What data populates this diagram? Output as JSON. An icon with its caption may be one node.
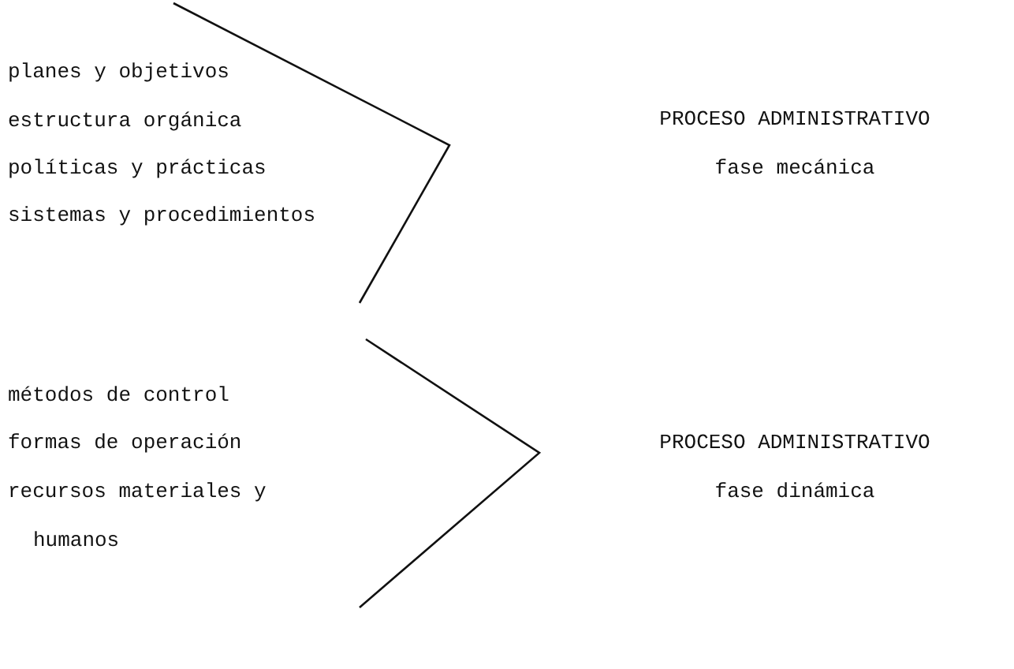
{
  "diagram": {
    "labels": [
      "planes y objetivos",
      "estructura orgánica",
      "políticas y prácticas",
      "sistemas y procedimientos",
      "PROCESO ADMINISTRATIVO",
      "fase mecánica",
      "métodos de control",
      "formas de operación",
      "recursos materiales y humanos",
      "PROCESO ADMINISTRATIVO",
      "fase dinámica"
    ]
  }
}
